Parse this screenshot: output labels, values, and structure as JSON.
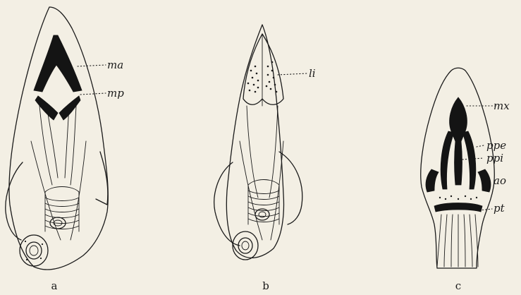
{
  "figures": [
    {
      "id": "a",
      "caption": "a",
      "labels": [
        "ma",
        "mp"
      ]
    },
    {
      "id": "b",
      "caption": "b",
      "labels": [
        "li"
      ]
    },
    {
      "id": "c",
      "caption": "c",
      "labels": [
        "mx",
        "ppe",
        "ppi",
        "ao",
        "pt"
      ]
    }
  ],
  "colors": {
    "paper": "#f3efe4",
    "ink": "#141414"
  }
}
